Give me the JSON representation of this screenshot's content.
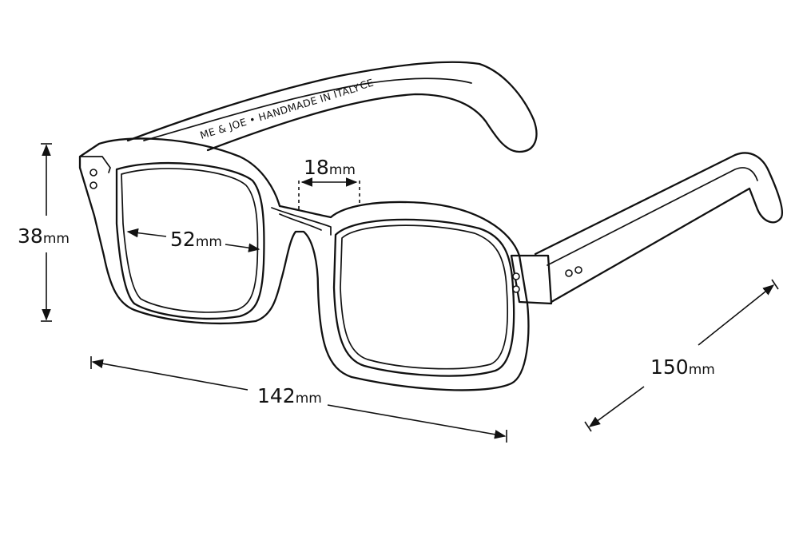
{
  "frame": {
    "brand_stamp": "ME & JOE • HANDMADE IN ITALY",
    "ce_mark": "CE"
  },
  "dimensions": {
    "bridge": {
      "value": "18",
      "unit": "mm"
    },
    "lens_width": {
      "value": "52",
      "unit": "mm"
    },
    "lens_height": {
      "value": "38",
      "unit": "mm"
    },
    "frame_width": {
      "value": "142",
      "unit": "mm"
    },
    "temple_length": {
      "value": "150",
      "unit": "mm"
    }
  },
  "colors": {
    "line": "#111111",
    "background": "#ffffff"
  }
}
